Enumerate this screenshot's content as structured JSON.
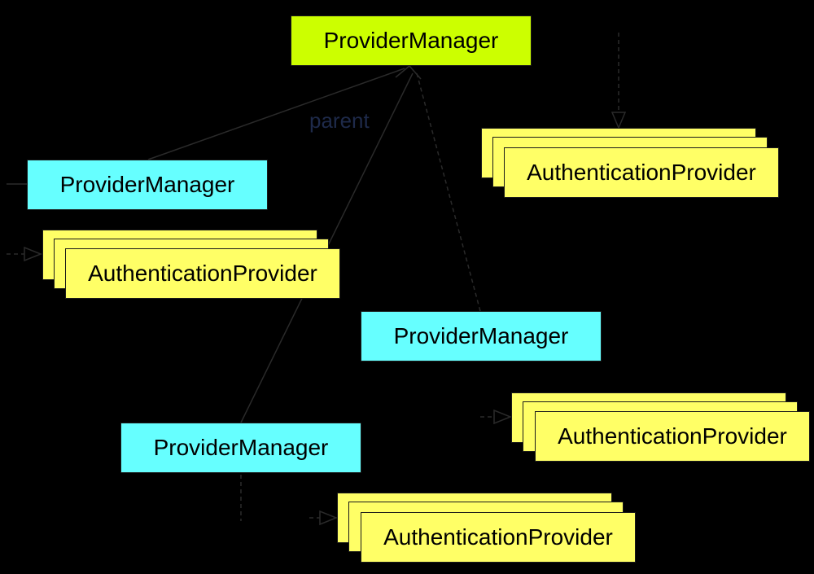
{
  "colors": {
    "background": "#000000",
    "root_manager": "#ccff00",
    "child_manager": "#66ffff",
    "provider": "#ffff66",
    "connector": "#2a2a2a",
    "parent_label": "#1e2a4a"
  },
  "root_manager": {
    "label": "ProviderManager"
  },
  "root_providers": {
    "label": "AuthenticationProvider"
  },
  "parent_label": "parent",
  "child_groups": [
    {
      "manager_label": "ProviderManager",
      "providers_label": "AuthenticationProvider"
    },
    {
      "manager_label": "ProviderManager",
      "providers_label": "AuthenticationProvider"
    },
    {
      "manager_label": "ProviderManager",
      "providers_label": "AuthenticationProvider"
    }
  ]
}
